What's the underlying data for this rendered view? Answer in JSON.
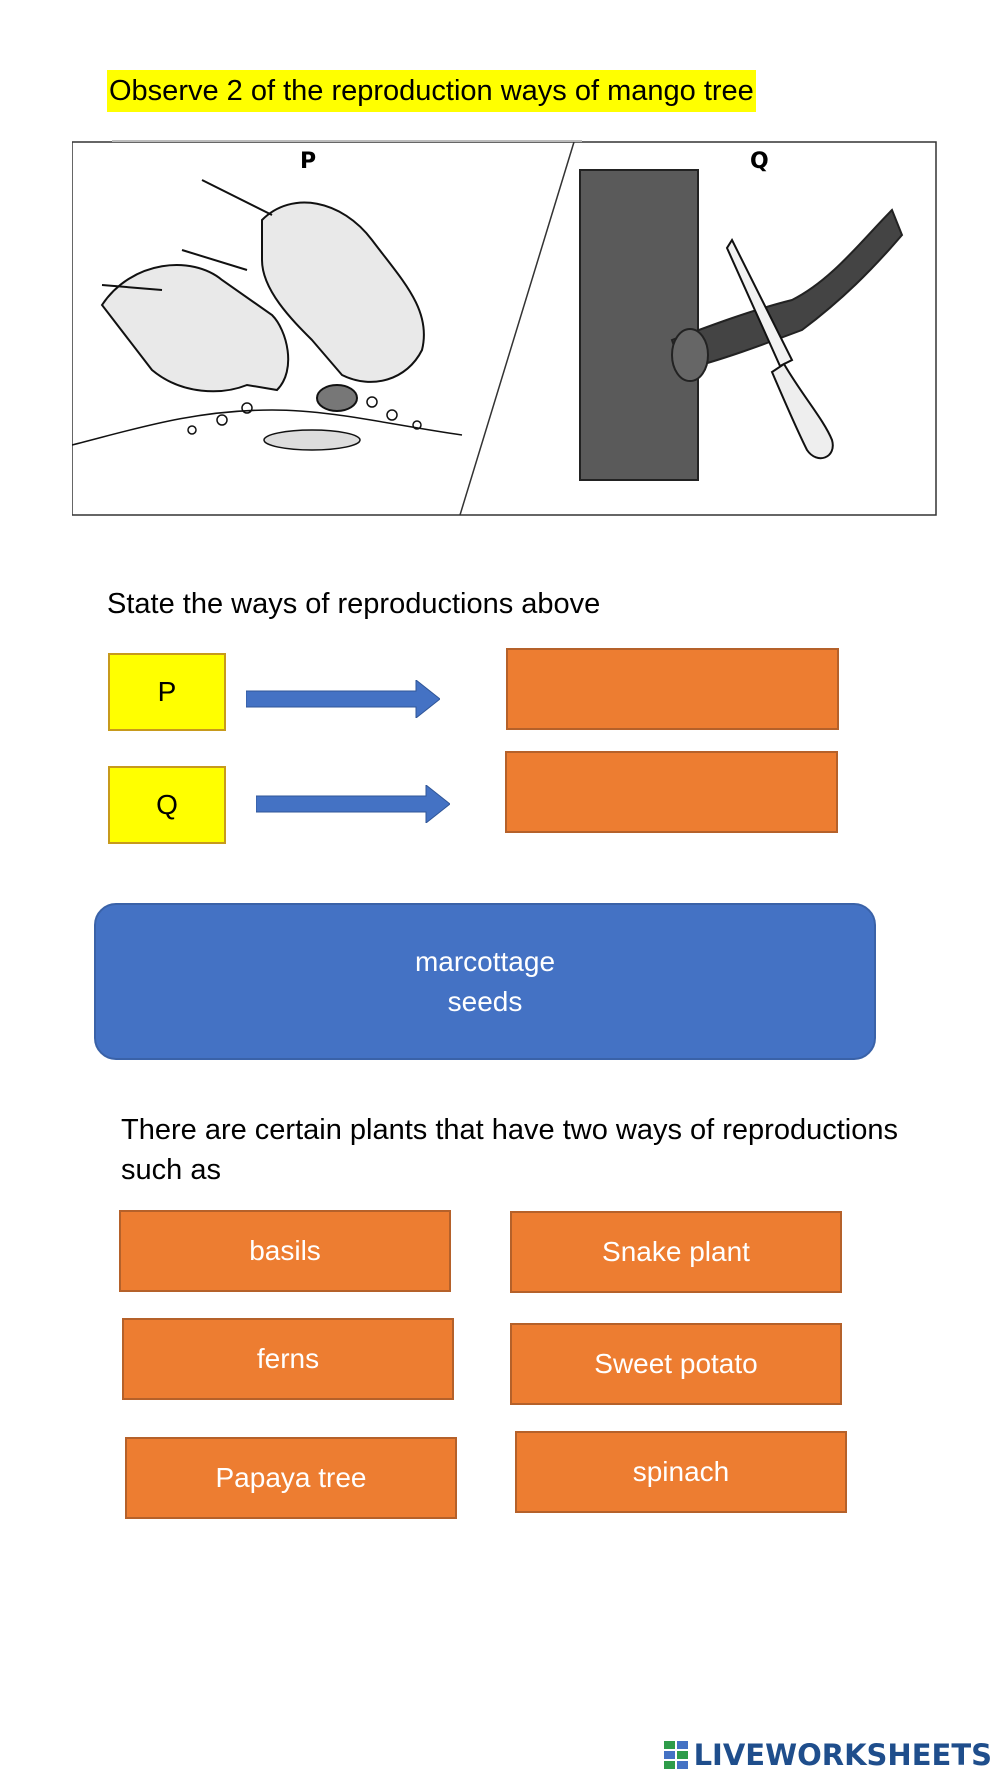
{
  "title": "Observe 2 of the reproduction ways of mango tree",
  "illustration": {
    "label_p": "P",
    "label_q": "Q"
  },
  "question1": "State the ways of reproductions above",
  "rows": [
    {
      "label": "P",
      "answer": ""
    },
    {
      "label": "Q",
      "answer": ""
    }
  ],
  "word_bank": [
    "marcottage",
    "seeds"
  ],
  "question2_line1": "There are certain plants that have two ways of reproductions",
  "question2_line2": "such as",
  "plants": [
    "basils",
    "Snake plant",
    "ferns",
    "Sweet potato",
    "Papaya tree",
    "spinach"
  ],
  "brand": {
    "name": "LIVEWORKSHEETS"
  },
  "colors": {
    "highlight": "#ffff00",
    "drop_box": "#ed7d31",
    "arrow": "#4472c4",
    "bank": "#4472c4"
  }
}
